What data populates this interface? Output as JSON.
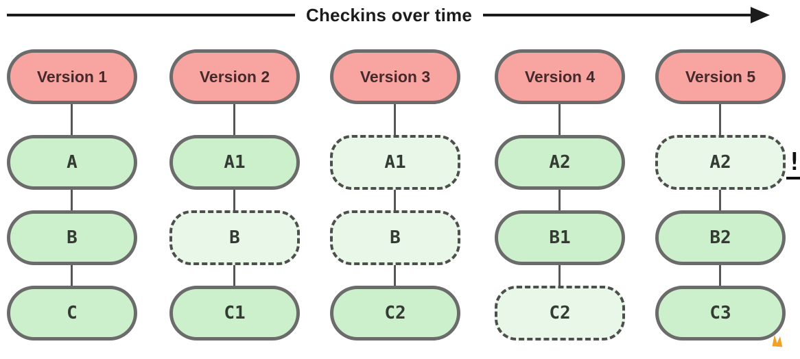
{
  "header": {
    "title": "Checkins over time"
  },
  "columns": [
    {
      "version": "Version 1",
      "nodes": [
        {
          "label": "A",
          "state": "solid"
        },
        {
          "label": "B",
          "state": "solid"
        },
        {
          "label": "C",
          "state": "solid"
        }
      ]
    },
    {
      "version": "Version 2",
      "nodes": [
        {
          "label": "A1",
          "state": "solid"
        },
        {
          "label": "B",
          "state": "dashed"
        },
        {
          "label": "C1",
          "state": "solid"
        }
      ]
    },
    {
      "version": "Version 3",
      "nodes": [
        {
          "label": "A1",
          "state": "dashed"
        },
        {
          "label": "B",
          "state": "dashed"
        },
        {
          "label": "C2",
          "state": "solid"
        }
      ]
    },
    {
      "version": "Version 4",
      "nodes": [
        {
          "label": "A2",
          "state": "solid"
        },
        {
          "label": "B1",
          "state": "solid"
        },
        {
          "label": "C2",
          "state": "dashed"
        }
      ]
    },
    {
      "version": "Version 5",
      "nodes": [
        {
          "label": "A2",
          "state": "dashed"
        },
        {
          "label": "B2",
          "state": "solid"
        },
        {
          "label": "C3",
          "state": "solid"
        }
      ]
    }
  ],
  "annotations": {
    "exclamation": "!"
  },
  "colors": {
    "version_fill": "#f8a4a0",
    "node_solid_fill": "#cdf0cc",
    "node_dashed_fill": "#e8f7e7",
    "border_gray": "#6b6b6b",
    "dashed_border": "#4e4e4e",
    "arrow_black": "#1c1c1c",
    "artifact_orange": "#f2a122"
  }
}
